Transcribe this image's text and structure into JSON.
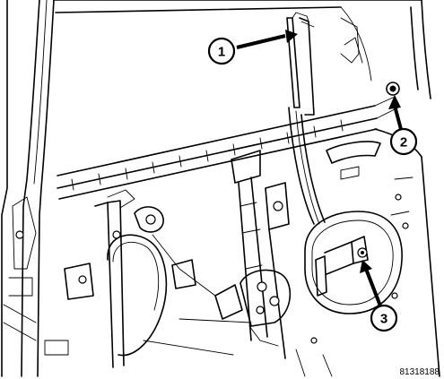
{
  "diagram": {
    "callouts": [
      {
        "label": "1"
      },
      {
        "label": "2"
      },
      {
        "label": "3"
      }
    ],
    "figure_id": "81318188"
  }
}
